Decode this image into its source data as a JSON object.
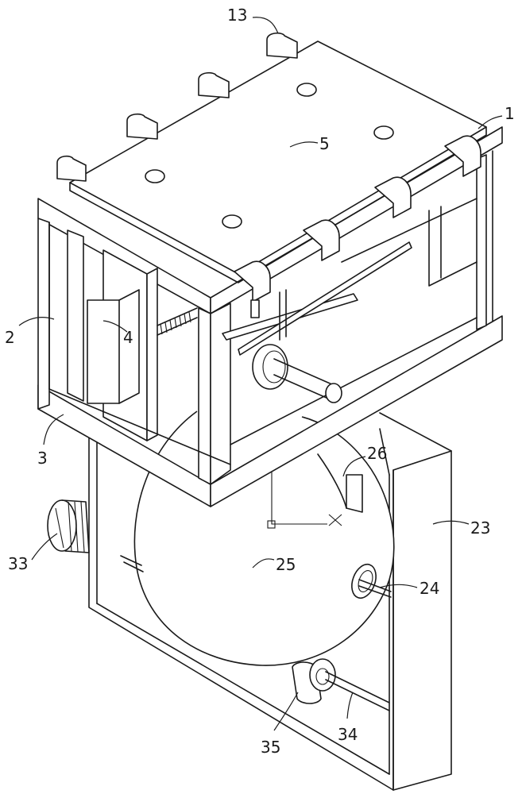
{
  "labels": {
    "l1": "1",
    "l2": "2",
    "l3": "3",
    "l4": "4",
    "l5": "5",
    "l13": "13",
    "l23": "23",
    "l24": "24",
    "l25": "25",
    "l26": "26",
    "l33": "33",
    "l34": "34",
    "l35": "35"
  }
}
